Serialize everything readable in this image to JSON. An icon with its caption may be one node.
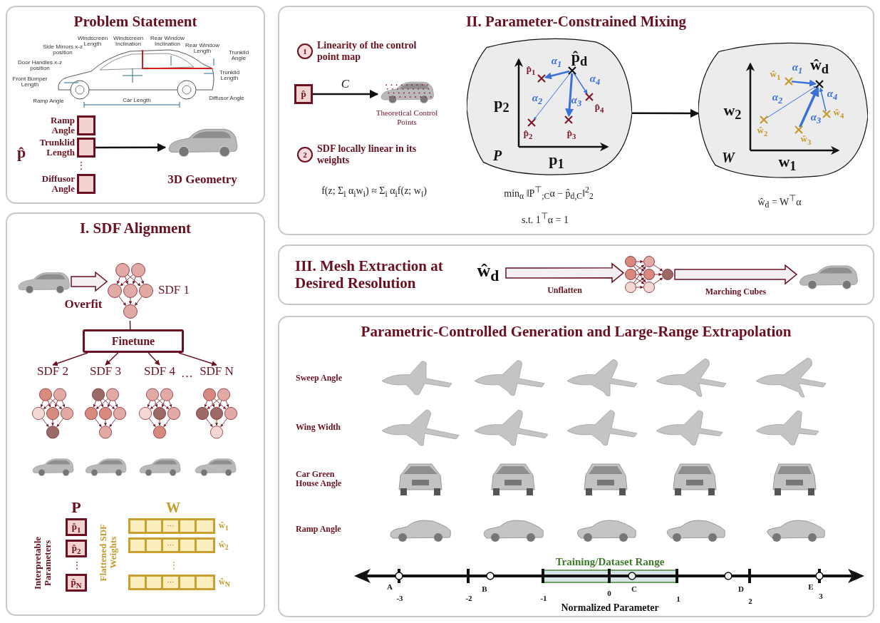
{
  "diagram": {
    "nodes": [
      {
        "text": [
          "Problem Statement"
        ]
      },
      {
        "text": [],
        "shape": "box",
        "in": 0,
        "beside": [
          "Ramp Angle"
        ]
      },
      {
        "text": [],
        "shape": "box",
        "in": 0,
        "beside": [
          "Trunklid Length"
        ]
      },
      {
        "text": [],
        "shape": "box",
        "in": 0,
        "beside": [
          "Diffusor Angle"
        ]
      },
      {
        "text": [],
        "shape": "picture",
        "in": 0,
        "beside": [
          "3D Geometry"
        ]
      },
      {
        "text": [
          "I. SDF Alignment"
        ]
      },
      {
        "text": [],
        "shape": "picture",
        "in": 5
      },
      {
        "text": [
          "SDF 1"
        ],
        "in": 5
      },
      {
        "text": [
          "Finetune"
        ],
        "in": 5
      },
      {
        "text": [
          "SDF 2"
        ],
        "in": 5
      },
      {
        "text": [
          "SDF 3"
        ],
        "in": 5
      },
      {
        "text": [
          "SDF 4"
        ],
        "in": 5
      },
      {
        "text": [
          "SDF N"
        ],
        "in": 5
      },
      {
        "text": [
          "p̂$_{1}$"
        ],
        "in": 5
      },
      {
        "text": [
          "p̂$_{2}$"
        ],
        "in": 5
      },
      {
        "text": [
          "p̂$_{N}$"
        ],
        "in": 5
      },
      {
        "text": [
          "···"
        ],
        "in": 5,
        "beside": [
          "ŵ$_{1}$"
        ]
      },
      {
        "text": [
          "···"
        ],
        "in": 5,
        "beside": [
          "ŵ$_{2}$"
        ]
      },
      {
        "text": [
          "···"
        ],
        "in": 5,
        "beside": [
          "ŵ$_{N}$"
        ]
      },
      {
        "text": [
          "II. Parameter-Constrained Mixing"
        ]
      },
      {
        "text": [
          "1"
        ],
        "in": 19,
        "beside": [
          "Linearity of the control point map"
        ]
      },
      {
        "text": [
          "p̂"
        ],
        "in": 19
      },
      {
        "text": [],
        "shape": "picture",
        "in": 19,
        "beside": [
          "Theoretical Control Points"
        ]
      },
      {
        "text": [
          "2"
        ],
        "in": 19,
        "beside": [
          "SDF locally linear in its weights"
        ]
      },
      {
        "text": [],
        "shape": "cloud",
        "in": 19
      },
      {
        "text": [],
        "shape": "cloud",
        "in": 19
      },
      {
        "text": [
          "III. Mesh Extraction at Desired Resolution"
        ]
      },
      {
        "text": [
          "ŵ$_{d}$"
        ],
        "in": 26
      },
      {
        "text": [],
        "shape": "picture",
        "in": 26
      },
      {
        "text": [],
        "shape": "picture",
        "in": 26
      },
      {
        "text": [
          "Parametric-Controlled Generation and Large-Range Extrapolation"
        ]
      }
    ],
    "edges": [
      {
        "from": 2,
        "to": 4,
        "arrow": "to",
        "color": "#111111"
      },
      {
        "from": 6,
        "to": 7,
        "arrow": "to",
        "label": "Overfit",
        "style": "thick"
      },
      {
        "from": 7,
        "to": 8,
        "arrow": "none"
      },
      {
        "from": 8,
        "to": 9,
        "arrow": "to"
      },
      {
        "from": 8,
        "to": 10,
        "arrow": "to"
      },
      {
        "from": 8,
        "to": 11,
        "arrow": "to"
      },
      {
        "from": 8,
        "to": 12,
        "arrow": "to"
      },
      {
        "from": 21,
        "to": 22,
        "arrow": "to",
        "label": "C",
        "color": "#111111"
      },
      {
        "from": 24,
        "to": 25,
        "arrow": "to",
        "color": "#111111"
      },
      {
        "from": 27,
        "to": 28,
        "arrow": "to",
        "label": "Unflatten",
        "style": "thick"
      },
      {
        "from": 28,
        "to": 29,
        "arrow": "to",
        "label": "Marching Cubes",
        "style": "thick"
      }
    ],
    "labels": [
      "Windscreen Length",
      "Windscreen Inclination",
      "Rear Window Inclination",
      "Side Mirrors x-z position",
      "Rear Window Length",
      "Trunklid Angle",
      "Door Handles x-z position",
      "Trunklid Length",
      "Front Bumper Length",
      "Ramp Angle",
      "Car Length",
      "Diffusor Angle",
      "p̂",
      "⋮",
      "…",
      "P",
      "W",
      "Interpretable Parameters",
      "⋮",
      "Flattened SDF Weights",
      "⋮",
      "f(z; Σ$_{i}$ α$_{i}$w$_{i}$) ≈ Σ$_{i}$ α$_{i}$f(z; w$_{i}$)",
      "p̂$_{d}$",
      "p̂$_{1}$",
      "α$_{1}$",
      "α$_{4}$",
      "α$_{2}$",
      "p$_{2}$",
      "α$_{3}$",
      "p̂$_{4}$",
      "p̂$_{2}$",
      "p̂$_{3}$",
      "P",
      "p$_{1}$",
      "ŵ$_{d}$",
      "ŵ$_{1}$",
      "α$_{1}$",
      "α$_{2}$",
      "α$_{4}$",
      "w$_{2}$",
      "ŵ$_{4}$",
      "α$_{3}$",
      "ŵ$_{2}$",
      "ŵ$_{3}$",
      "W",
      "w$_{1}$",
      "min$_{α}$ ‖P$^{⊤}$$_{;C}$α − p̂$_{d,C}$‖$^{2}$$_{2}$",
      "s.t.   1$^{⊤}$α = 1",
      "ŵ$_{d}$ = W$^{⊤}$α",
      "Sweep Angle",
      "Wing Width",
      "Car Green House Angle",
      "Ramp Angle",
      "Training/Dataset Range",
      "A",
      "-3",
      "-2",
      "B",
      "-1",
      "0",
      "C",
      "1",
      "D",
      "2",
      "E",
      "3",
      "Normalized Parameter"
    ]
  }
}
